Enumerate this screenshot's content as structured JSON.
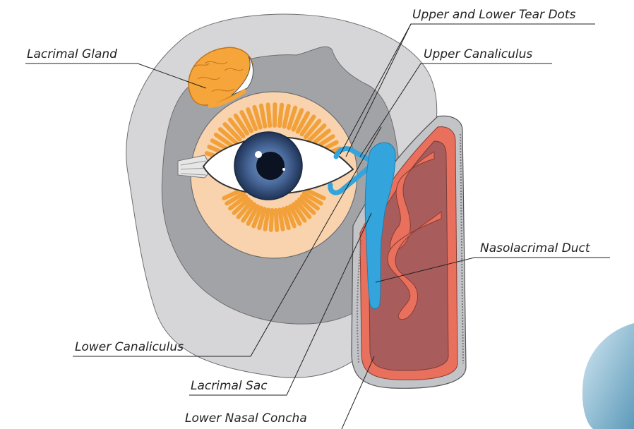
{
  "labels": {
    "lacrimal_gland": "Lacrimal Gland",
    "tear_dots": "Upper and Lower Tear Dots",
    "upper_canaliculus": "Upper Canaliculus",
    "nasolacrimal_duct": "Nasolacrimal Duct",
    "lower_canaliculus": "Lower Canaliculus",
    "lacrimal_sac": "Lacrimal Sac",
    "lower_nasal_concha": "Lower Nasal Concha"
  },
  "colors": {
    "face_outer": "#d6d6d8",
    "orbit": "#a2a3a6",
    "eyelid_skin": "#f8d3ad",
    "lashes": "#f2a13a",
    "gland": "#f5a53a",
    "iris": "#2f4d7a",
    "pupil": "#0b1322",
    "tear_system": "#34a4dc",
    "nasal_mucosa": "#e8705d",
    "nasal_inner": "#a85c5b",
    "nasal_wall": "#c2c4c8"
  }
}
